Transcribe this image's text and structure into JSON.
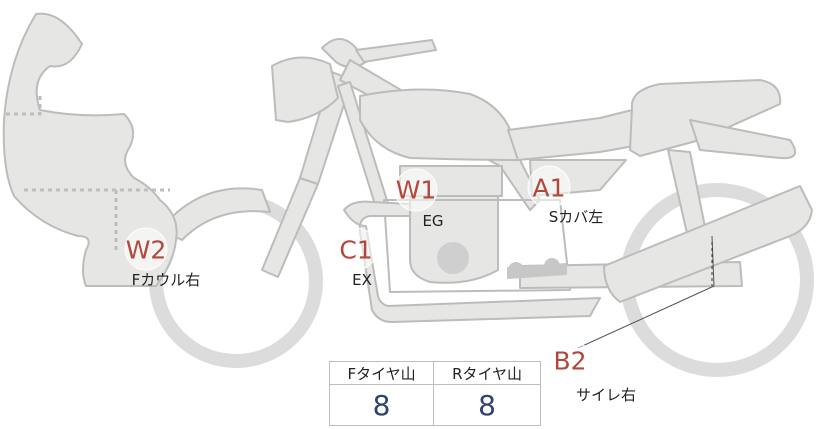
{
  "markers": {
    "w2": {
      "code": "W2",
      "label": "Fカウル右"
    },
    "c1": {
      "code": "C1",
      "label": "EX"
    },
    "w1": {
      "code": "W1",
      "label": "EG"
    },
    "a1": {
      "code": "A1",
      "label": "Sカバ左"
    },
    "b2": {
      "code": "B2",
      "label": "サイレ右"
    }
  },
  "tread_table": {
    "front_header": "Fタイヤ山",
    "rear_header": "Rタイヤ山",
    "front_value": "8",
    "rear_value": "8"
  },
  "colors": {
    "body_fill": "#e6e6e4",
    "body_stroke": "#bcbcba",
    "marker_text": "#b2483c",
    "value_text": "#2f4270",
    "dotted_line": "#bdbdbd"
  }
}
